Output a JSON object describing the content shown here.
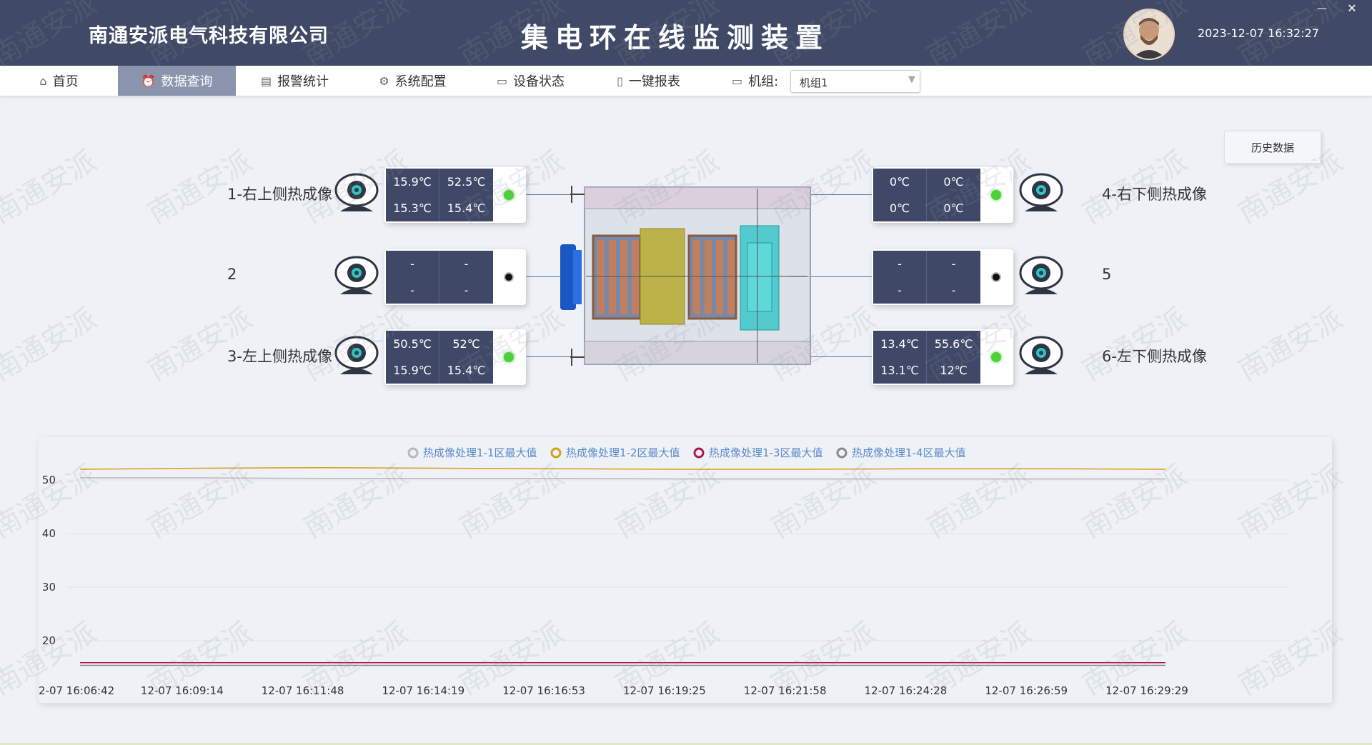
{
  "header": {
    "company": "南通安派电气科技有限公司",
    "title": "集电环在线监测装置",
    "datetime": "2023-12-07 16:32:27",
    "minimize": "—",
    "close": "✕"
  },
  "nav": {
    "items": [
      {
        "label": "首页",
        "icon": "home-icon"
      },
      {
        "label": "数据查询",
        "icon": "alarm-icon",
        "active": true
      },
      {
        "label": "报警统计",
        "icon": "stats-icon"
      },
      {
        "label": "系统配置",
        "icon": "gear-icon"
      },
      {
        "label": "设备状态",
        "icon": "monitor-icon"
      },
      {
        "label": "一键报表",
        "icon": "document-icon"
      },
      {
        "label": "机组:",
        "icon": "monitor-icon"
      }
    ],
    "unit_value": "机组1"
  },
  "watermark": "南通安派",
  "history_button": "历史数据",
  "cameras": {
    "c1": {
      "label": "1-右上侧热成像",
      "values": [
        "15.9℃",
        "52.5℃",
        "15.3℃",
        "15.4℃"
      ],
      "status": "online"
    },
    "c2": {
      "label": "2",
      "values": [
        "-",
        "-",
        "-",
        "-"
      ],
      "status": "offline"
    },
    "c3": {
      "label": "3-左上侧热成像",
      "values": [
        "50.5℃",
        "52℃",
        "15.9℃",
        "15.4℃"
      ],
      "status": "online"
    },
    "c4": {
      "label": "4-右下侧热成像",
      "values": [
        "0℃",
        "0℃",
        "0℃",
        "0℃"
      ],
      "status": "online"
    },
    "c5": {
      "label": "5",
      "values": [
        "-",
        "-",
        "-",
        "-"
      ],
      "status": "offline"
    },
    "c6": {
      "label": "6-左下侧热成像",
      "values": [
        "13.4℃",
        "55.6℃",
        "13.1℃",
        "12℃"
      ],
      "status": "online"
    }
  },
  "chart_data": {
    "type": "line",
    "x": [
      "2-07 16:06:42",
      "12-07 16:09:14",
      "12-07 16:11:48",
      "12-07 16:14:19",
      "12-07 16:16:53",
      "12-07 16:19:25",
      "12-07 16:21:58",
      "12-07 16:24:28",
      "12-07 16:26:59",
      "12-07 16:29:29"
    ],
    "yticks": [
      20,
      30,
      40,
      50
    ],
    "ylim": [
      14,
      54
    ],
    "grid": true,
    "legend": "top-center",
    "series": [
      {
        "name": "热成像处理1-1区最大值",
        "color": "#b8b8b8",
        "values": [
          50.4,
          50.4,
          50.3,
          50.3,
          50.3,
          50.2,
          50.2,
          50.2,
          50.2,
          50.2
        ]
      },
      {
        "name": "热成像处理1-2区最大值",
        "color": "#d4a017",
        "values": [
          52.0,
          52.2,
          52.3,
          52.2,
          52.1,
          52.0,
          52.0,
          52.1,
          52.1,
          52.0
        ]
      },
      {
        "name": "热成像处理1-3区最大值",
        "color": "#b0184a",
        "values": [
          15.9,
          15.9,
          15.9,
          15.9,
          15.9,
          15.9,
          15.9,
          15.9,
          15.9,
          15.9
        ]
      },
      {
        "name": "热成像处理1-4区最大值",
        "color": "#8a8a8a",
        "values": [
          15.4,
          15.4,
          15.4,
          15.4,
          15.4,
          15.4,
          15.4,
          15.4,
          15.4,
          15.4
        ]
      }
    ]
  }
}
